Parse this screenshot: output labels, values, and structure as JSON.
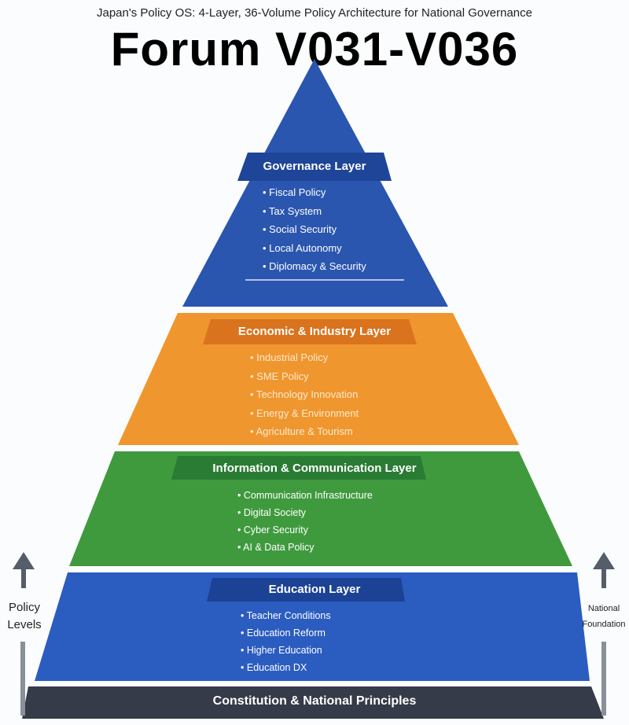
{
  "header": {
    "subtitle": "Japan's Policy OS: 4-Layer, 36-Volume Policy Architecture for National Governance",
    "title": "Forum V031-V036"
  },
  "layers": [
    {
      "name": "Governance Layer",
      "items": [
        "Fiscal Policy",
        "Tax System",
        "Social Security",
        "Local Autonomy",
        "Diplomacy & Security"
      ],
      "color": "#2a56b0"
    },
    {
      "name": "Economic & Industry Layer",
      "items": [
        "Industrial Policy",
        "SME Policy",
        "Technology Innovation",
        "Energy & Environment",
        "Agriculture & Tourism"
      ],
      "color": "#f0962e"
    },
    {
      "name": "Information & Communication Layer",
      "items": [
        "Communication Infrastructure",
        "Digital Society",
        "Cyber Security",
        "AI & Data Policy"
      ],
      "color": "#3f9a3e"
    },
    {
      "name": "Education Layer",
      "items": [
        "Teacher Conditions",
        "Education Reform",
        "Higher Education",
        "Education DX"
      ],
      "color": "#2b5cc0"
    }
  ],
  "foundation": {
    "name": "Constitution & National Principles",
    "color": "#353b48"
  },
  "side": {
    "left": [
      "Policy",
      "Levels"
    ],
    "right": [
      "National",
      "Foundation"
    ]
  }
}
